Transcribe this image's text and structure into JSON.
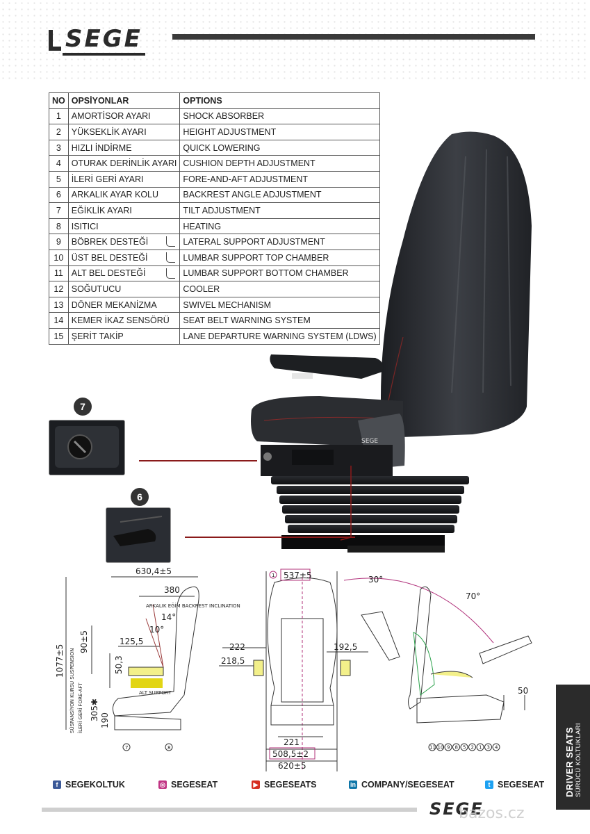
{
  "brand": {
    "logo": "SEGE"
  },
  "table": {
    "headers": {
      "no": "NO",
      "tr": "OPSİYONLAR",
      "en": "OPTIONS"
    },
    "rows": [
      {
        "no": "1",
        "tr": "AMORTİSOR AYARI",
        "en": "SHOCK ABSORBER"
      },
      {
        "no": "2",
        "tr": "YÜKSEKLİK AYARI",
        "en": "HEIGHT ADJUSTMENT"
      },
      {
        "no": "3",
        "tr": "HIZLI İNDİRME",
        "en": "QUICK LOWERING"
      },
      {
        "no": "4",
        "tr": "OTURAK DERİNLİK AYARI",
        "en": "CUSHION DEPTH ADJUSTMENT"
      },
      {
        "no": "5",
        "tr": "İLERİ GERİ AYARI",
        "en": "FORE-AND-AFT ADJUSTMENT"
      },
      {
        "no": "6",
        "tr": "ARKALIK AYAR KOLU",
        "en": "BACKREST ANGLE ADJUSTMENT"
      },
      {
        "no": "7",
        "tr": "EĞİKLİK AYARI",
        "en": "TILT ADJUSTMENT"
      },
      {
        "no": "8",
        "tr": "ISITICI",
        "en": "HEATING"
      },
      {
        "no": "9",
        "tr": "BÖBREK DESTEĞİ",
        "en": "LATERAL SUPPORT ADJUSTMENT"
      },
      {
        "no": "10",
        "tr": "ÜST BEL DESTEĞİ",
        "en": "LUMBAR SUPPORT TOP CHAMBER"
      },
      {
        "no": "11",
        "tr": "ALT BEL DESTEĞİ",
        "en": "LUMBAR SUPPORT BOTTOM CHAMBER"
      },
      {
        "no": "12",
        "tr": "SOĞUTUCU",
        "en": "COOLER"
      },
      {
        "no": "13",
        "tr": "DÖNER MEKANİZMA",
        "en": "SWIVEL MECHANISM"
      },
      {
        "no": "14",
        "tr": "KEMER İKAZ SENSÖRÜ",
        "en": "SEAT BELT WARNING SYSTEM"
      },
      {
        "no": "15",
        "tr": "ŞERİT TAKİP",
        "en": "LANE DEPARTURE WARNING SYSTEM (LDWS)"
      }
    ]
  },
  "details": {
    "badge_a": "7",
    "badge_b": "6"
  },
  "seat": {
    "brand_mark": "SEGE"
  },
  "dimensions": {
    "d_630": "630,4±5",
    "d_380": "380",
    "d_14": "14°",
    "d_10": "10°",
    "d_125": "125,5",
    "d_90": "90±5",
    "d_1077": "1077±5",
    "d_50_3": "50,3",
    "d_305": "305✱",
    "d_190": "190",
    "d_537": "537±5",
    "d_222": "222",
    "d_218": "218,5",
    "d_192": "192,5",
    "d_221": "221",
    "d_508": "508,5±2",
    "d_620": "620±5",
    "d_30": "30°",
    "d_70": "70°",
    "d_50": "50",
    "small_backrest": "ARKALIK EĞİM BACKREST INCLINATION",
    "small_sup": "ALT SUPPORT",
    "small_fore": "İLERİ GERİ FORE-AFT",
    "small_suspension": "SÜSPANSİYON KURSU SUSPENSION",
    "marker_a": "7",
    "marker_b": "8",
    "marker_c": "1",
    "side_markers": [
      "11",
      "10",
      "9",
      "8",
      "5",
      "2",
      "1",
      "3",
      "4"
    ]
  },
  "side_tab": {
    "title": "DRIVER SEATS",
    "subtitle": "SÜRÜCÜ KOLTUKLARI"
  },
  "social": {
    "facebook": "SEGEKOLTUK",
    "instagram": "SEGESEAT",
    "youtube": "SEGESEATS",
    "linkedin": "COMPANY/SEGESEAT",
    "twitter": "SEGESEAT"
  },
  "footer": {
    "logo": "SEGE",
    "watermark": "bazos.cz"
  },
  "colors": {
    "dark": "#2b2b2b",
    "accent_red": "#8a1a1a",
    "dim_pink": "#b0307a",
    "fb": "#3b5998",
    "ig": "#c13584",
    "yt": "#d62d20",
    "li": "#0e76a8",
    "tw": "#1da1f2"
  }
}
